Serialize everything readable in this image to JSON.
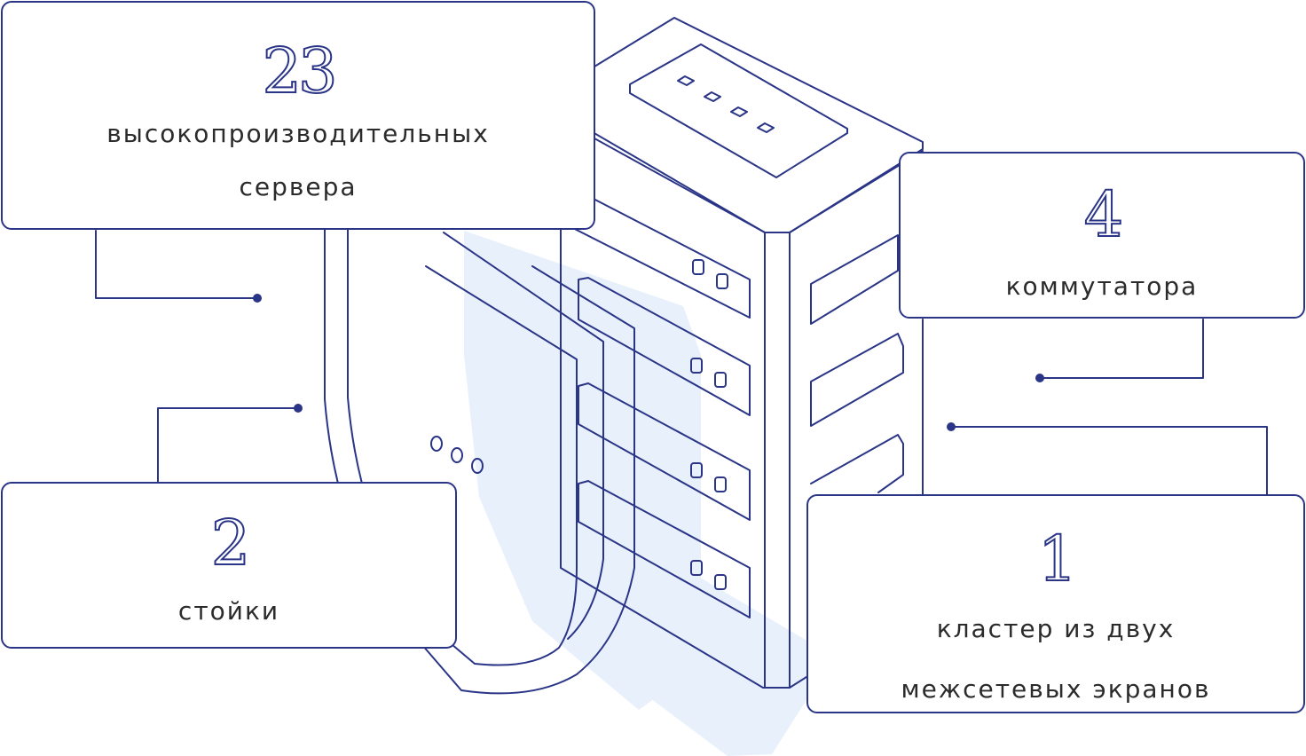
{
  "colors": {
    "line": "#2b3587",
    "shield": "#e7f0fb",
    "text": "#2b2b2b"
  },
  "stats": {
    "servers": {
      "number": "23",
      "label_line1": "высокопроизводительных",
      "label_line2": "сервера"
    },
    "switches": {
      "number": "4",
      "label_line1": "коммутатора"
    },
    "racks": {
      "number": "2",
      "label_line1": "стойки"
    },
    "firewalls": {
      "number": "1",
      "label_line1": "кластер из двух",
      "label_line2": "межсетевых экранов"
    }
  },
  "icons": [
    "server-rack-illustration",
    "shield-icon",
    "connector-dot"
  ]
}
